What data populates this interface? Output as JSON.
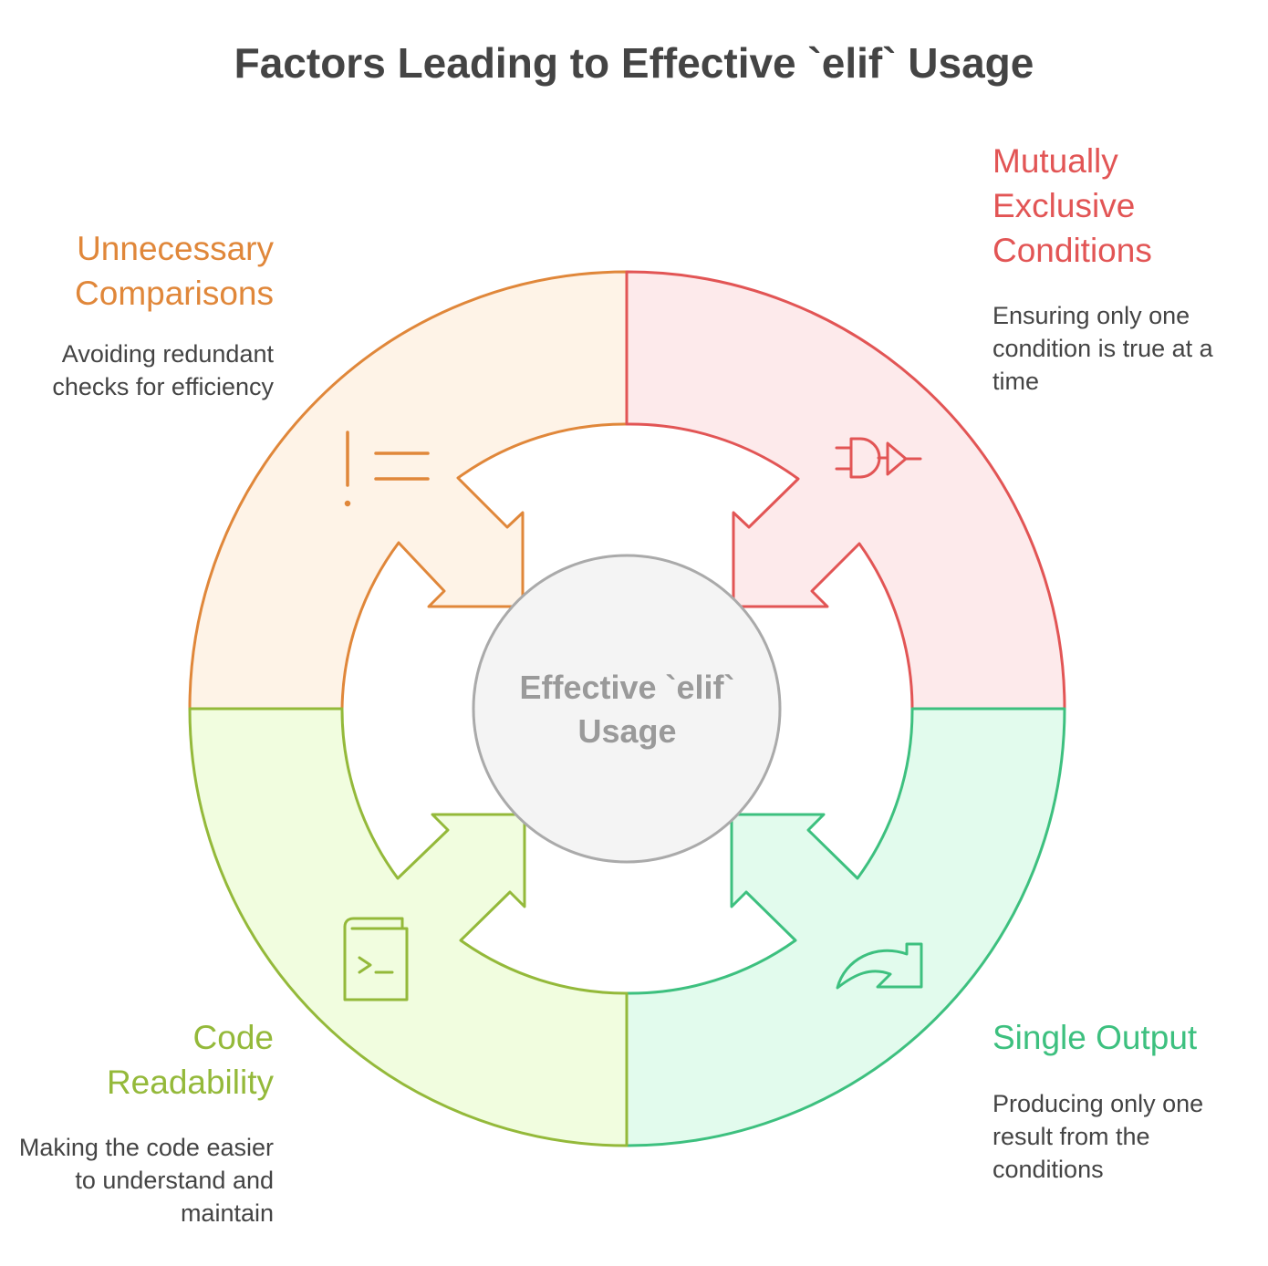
{
  "title": "Factors Leading to Effective `elif` Usage",
  "center": {
    "label": "Effective `elif` Usage"
  },
  "colors": {
    "orange": "#E0873A",
    "red": "#E25555",
    "green": "#3DC07F",
    "lime": "#94B93A",
    "center_stroke": "#AAAAAA",
    "center_fill": "#F4F4F4"
  },
  "factors": [
    {
      "id": "unnecessary-comparisons",
      "heading": "Unnecessary Comparisons",
      "description": "Avoiding redundant checks for efficiency",
      "icon": "not-equal-icon",
      "color": "#E0873A"
    },
    {
      "id": "mutually-exclusive-conditions",
      "heading": "Mutually Exclusive Conditions",
      "description": "Ensuring only one condition is true at a time",
      "icon": "logic-gate-icon",
      "color": "#E25555"
    },
    {
      "id": "single-output",
      "heading": "Single Output",
      "description": "Producing only one result from the conditions",
      "icon": "curved-arrow-icon",
      "color": "#3DC07F"
    },
    {
      "id": "code-readability",
      "heading": "Code Readability",
      "description": "Making the code easier to understand and maintain",
      "icon": "code-book-icon",
      "color": "#94B93A"
    }
  ]
}
